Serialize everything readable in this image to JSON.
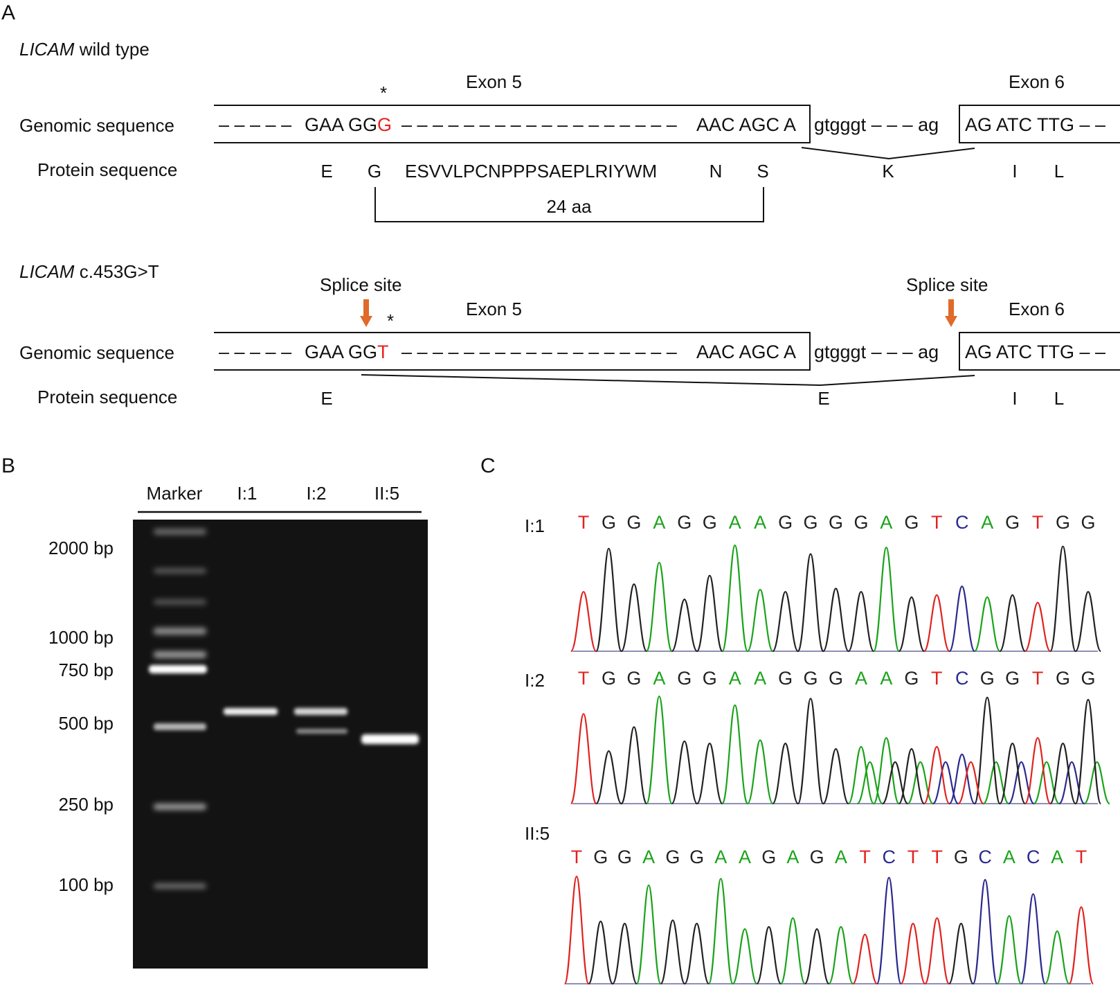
{
  "panel_a": {
    "label": "A",
    "wild_type": {
      "title_gene": "LICAM",
      "title_rest": " wild type",
      "row_genomic": "Genomic sequence",
      "row_protein": "Protein sequence",
      "exon5": "Exon 5",
      "exon6": "Exon 6",
      "star": "*",
      "dashes_left": "– – – – –",
      "codons_left": "GAA GG",
      "mut_base": "G",
      "dashes_mid": "– – – – – – – – – – – – – – – – – –",
      "codons_right": "AAC AGC A",
      "intron": "gtgggt – – – ag",
      "exon6_seq": "AG ATC TTG – –",
      "aa_E": "E",
      "aa_G": "G",
      "aa_run": "ESVVLPCNPPPSAEPLRIYWM",
      "aa_N": "N",
      "aa_S": "S",
      "aa_K": "K",
      "aa_I": "I",
      "aa_L": "L",
      "bracket_label": "24 aa"
    },
    "mutant": {
      "title_gene": "LICAM",
      "title_rest": " c.453G>T",
      "splice_left": "Splice site",
      "splice_right": "Splice site",
      "row_genomic": "Genomic sequence",
      "row_protein": "Protein sequence",
      "exon5": "Exon 5",
      "exon6": "Exon 6",
      "star": "*",
      "dashes_left": "– – – – –",
      "codons_left": "GAA GG",
      "mut_base": "T",
      "dashes_mid": "– – – – – – – – – – – – – – – – – –",
      "codons_right": "AAC AGC A",
      "intron": "gtgggt – – – ag",
      "exon6_seq": "AG ATC TTG – –",
      "aa_E1": "E",
      "aa_E2": "E",
      "aa_I": "I",
      "aa_L": "L"
    },
    "colors": {
      "mutation": "#e8211d",
      "arrow": "#e06a2a"
    }
  },
  "panel_b": {
    "label": "B",
    "lanes": [
      "Marker",
      "I:1",
      "I:2",
      "II:5"
    ],
    "ladder_labels": [
      "2000 bp",
      "1000 bp",
      "750 bp",
      "500 bp",
      "250 bp",
      "100 bp"
    ],
    "band_sizes_bp": {
      "I:1": [
        560
      ],
      "I:2": [
        560,
        480
      ],
      "II:5": [
        460
      ]
    }
  },
  "panel_c": {
    "label": "C",
    "traces": [
      {
        "name": "I:1",
        "bases": [
          "T",
          "G",
          "G",
          "A",
          "G",
          "G",
          "A",
          "A",
          "G",
          "G",
          "G",
          "G",
          "A",
          "G",
          "T",
          "C",
          "A",
          "G",
          "T",
          "G",
          "G"
        ]
      },
      {
        "name": "I:2",
        "bases": [
          "T",
          "G",
          "G",
          "A",
          "G",
          "G",
          "A",
          "A",
          "G",
          "G",
          "G",
          "A",
          "A",
          "G",
          "T",
          "C",
          "G",
          "G",
          "T",
          "G",
          "G"
        ]
      },
      {
        "name": "II:5",
        "bases": [
          "T",
          "G",
          "G",
          "A",
          "G",
          "G",
          "A",
          "A",
          "G",
          "A",
          "G",
          "A",
          "T",
          "C",
          "T",
          "T",
          "G",
          "C",
          "A",
          "C",
          "A",
          "T"
        ]
      }
    ],
    "base_colors": {
      "A": "#1aa31a",
      "C": "#2b2a8e",
      "G": "#222222",
      "T": "#e0231f"
    }
  }
}
